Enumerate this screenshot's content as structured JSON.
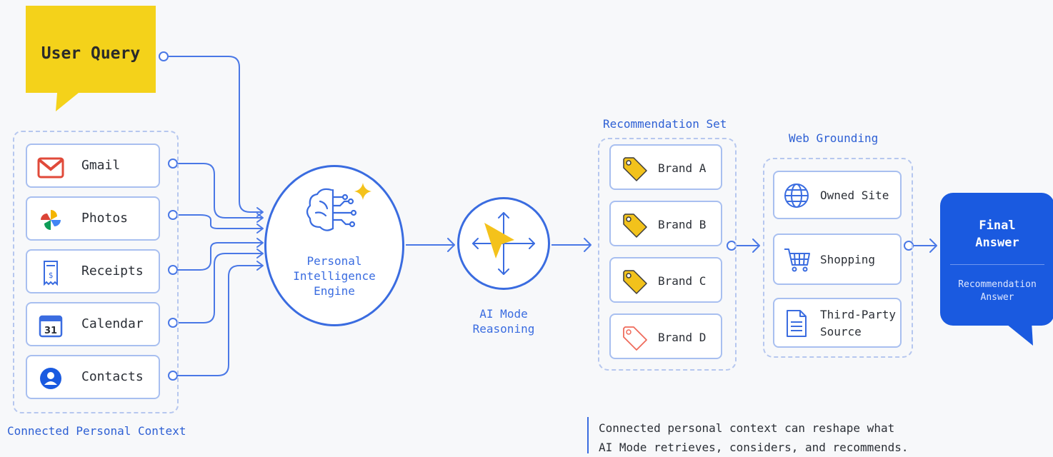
{
  "user_query": {
    "label": "User Query"
  },
  "personal_context": {
    "caption": "Connected Personal Context",
    "sources": [
      {
        "label": "Gmail",
        "icon": "gmail-icon"
      },
      {
        "label": "Photos",
        "icon": "photos-icon"
      },
      {
        "label": "Receipts",
        "icon": "receipt-icon"
      },
      {
        "label": "Calendar",
        "icon": "calendar-icon",
        "icon_text": "31"
      },
      {
        "label": "Contacts",
        "icon": "contacts-icon"
      }
    ]
  },
  "engine": {
    "line1": "Personal",
    "line2": "Intelligence",
    "line3": "Engine",
    "icon": "brain-sparkle-icon"
  },
  "reasoning": {
    "line1": "AI Mode",
    "line2": "Reasoning",
    "icon": "cursor-arrows-icon"
  },
  "recommendation_set": {
    "title": "Recommendation Set",
    "brands": [
      {
        "label": "Brand A",
        "icon": "tag-icon",
        "color": "#f2c21b"
      },
      {
        "label": "Brand B",
        "icon": "tag-icon",
        "color": "#f2c21b"
      },
      {
        "label": "Brand C",
        "icon": "tag-icon",
        "color": "#f2c21b"
      },
      {
        "label": "Brand D",
        "icon": "tag-icon",
        "color": "#ef6b5b"
      }
    ]
  },
  "web_grounding": {
    "title": "Web Grounding",
    "items": [
      {
        "line1": "Owned Site",
        "line2": "",
        "icon": "globe-icon"
      },
      {
        "line1": "Shopping",
        "line2": "",
        "icon": "cart-icon"
      },
      {
        "line1": "Third-Party",
        "line2": "Source",
        "icon": "document-icon"
      }
    ]
  },
  "final_answer": {
    "line1": "Final",
    "line2": "Answer",
    "sub1": "Recommendation",
    "sub2": "Answer"
  },
  "note": {
    "line1": "Connected personal context can reshape what",
    "line2": "AI Mode retrieves, considers, and recommends."
  },
  "colors": {
    "accent": "#3a6ce0",
    "final_bg": "#1a5ae0",
    "query_bg": "#f4d21a"
  }
}
